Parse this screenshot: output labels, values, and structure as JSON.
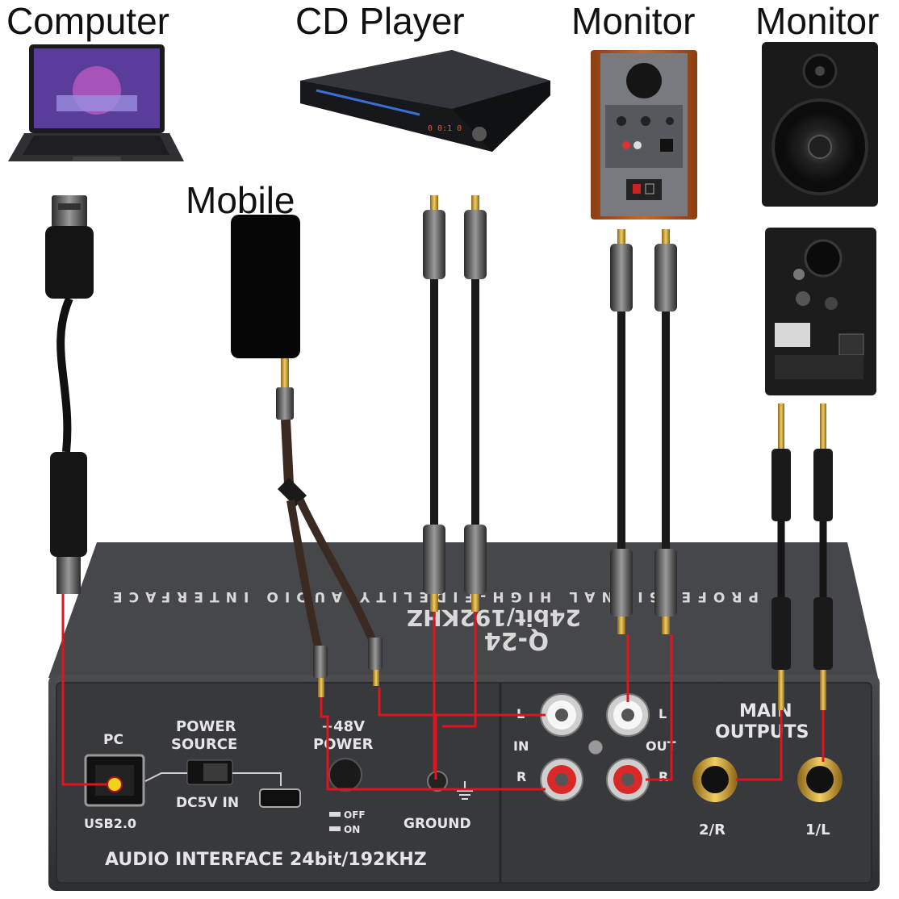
{
  "devices": {
    "computer": "Computer",
    "cd_player": "CD Player",
    "monitor_left": "Monitor",
    "monitor_right": "Monitor",
    "mobile": "Mobile"
  },
  "interface": {
    "top_brand": "Q-24",
    "top_spec": "24bit/192KHZ",
    "top_tagline": "PROFESSIONAL HIGH-FIDELITY AUDIO INTERFACE",
    "pc_label": "PC",
    "usb_label": "USB2.0",
    "power_source_line1": "POWER",
    "power_source_line2": "SOURCE",
    "dc_label": "DC5V IN",
    "phantom_line1": "+48V",
    "phantom_line2": "POWER",
    "switch_off": "OFF",
    "switch_on": "ON",
    "ground_label": "GROUND",
    "in_label": "IN",
    "out_label": "OUT",
    "l_label": "L",
    "r_label": "R",
    "main_outputs_line1": "MAIN",
    "main_outputs_line2": "OUTPUTS",
    "out_2r": "2/R",
    "out_1l": "1/L",
    "bottom_label": "AUDIO INTERFACE 24bit/192KHZ"
  },
  "colors": {
    "wire": "#e0141e",
    "body": "#3d3f43",
    "body_dark": "#2a2c30",
    "gold": "#d4a437"
  },
  "icons": [
    "laptop-icon",
    "cd-player-icon",
    "bookshelf-speaker-icon",
    "studio-monitor-icon",
    "smartphone-icon",
    "usb-cable-icon",
    "rca-cable-icon",
    "trs-cable-icon"
  ]
}
